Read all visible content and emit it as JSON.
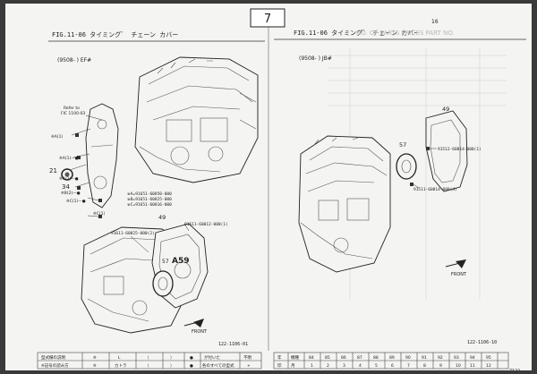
{
  "page_number": "7",
  "corner_mark": "16",
  "left": {
    "fig_title": "FIG.11-06  タイミング゛ チェーン カバー",
    "applicability": "(9508-      ) EF#",
    "refer_note_1": "Refer to",
    "refer_note_2": "FIC 1100-03",
    "callouts": {
      "a1_top": "※A(1)",
      "a1_upper": "※A(1)—●",
      "num_21": "21",
      "a2": "※A(2)—●",
      "num_34": "34",
      "b2": "※B(2)—●",
      "c1_mid": "※C(1)—●",
      "c1_low": "※C(1)",
      "num_49": "49",
      "part_upper": "91611-60012-000(1)",
      "part_lower": "91611-60825-000(2)",
      "num_57": "57",
      "a59": "A59"
    },
    "legend": [
      "※A=91651-60850-000",
      "※B=91651-60825-000",
      "※C=91651-60816-000"
    ],
    "front_label": "FRONT",
    "fig_code": "122-1106-01"
  },
  "right": {
    "fig_title": "FIG.11-06  タイミング゛ チェーン カバー",
    "applicability": "(9508-      ) JB#",
    "ghost_text": "NO.  OF PARTS PRICES  PART NO.",
    "callouts": {
      "num_49": "49",
      "num_57": "57",
      "part_upper": "91512-60814-000(1)",
      "part_lower": "91511-60814-000(4)"
    },
    "front_label": "FRONT",
    "fig_code": "122-1106-10",
    "page_code": "7122"
  },
  "footer_left": {
    "row1": [
      "型式欄の説明",
      "※",
      "L",
      "（",
      "）",
      "●",
      "が付いた",
      "不明"
    ],
    "row2": [
      "※記号の読み方",
      "※",
      "カトラ",
      "（",
      "）",
      "●",
      "各のすべての型式",
      "+"
    ]
  },
  "footer_right": {
    "row1": [
      "年",
      "機種",
      "84",
      "85",
      "86",
      "87",
      "88",
      "89",
      "90",
      "91",
      "92",
      "93",
      "94",
      "95"
    ],
    "row2": [
      "印",
      "月",
      "1",
      "2",
      "3",
      "4",
      "5",
      "6",
      "7",
      "8",
      "9",
      "10",
      "11",
      "12"
    ]
  }
}
